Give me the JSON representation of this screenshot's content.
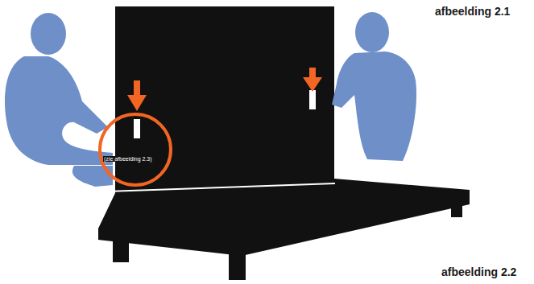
{
  "diagram": {
    "labels": [
      "afbeelding 2.1",
      "(zie afbeelding 2.3)",
      "afbeelding 2.2"
    ]
  }
}
